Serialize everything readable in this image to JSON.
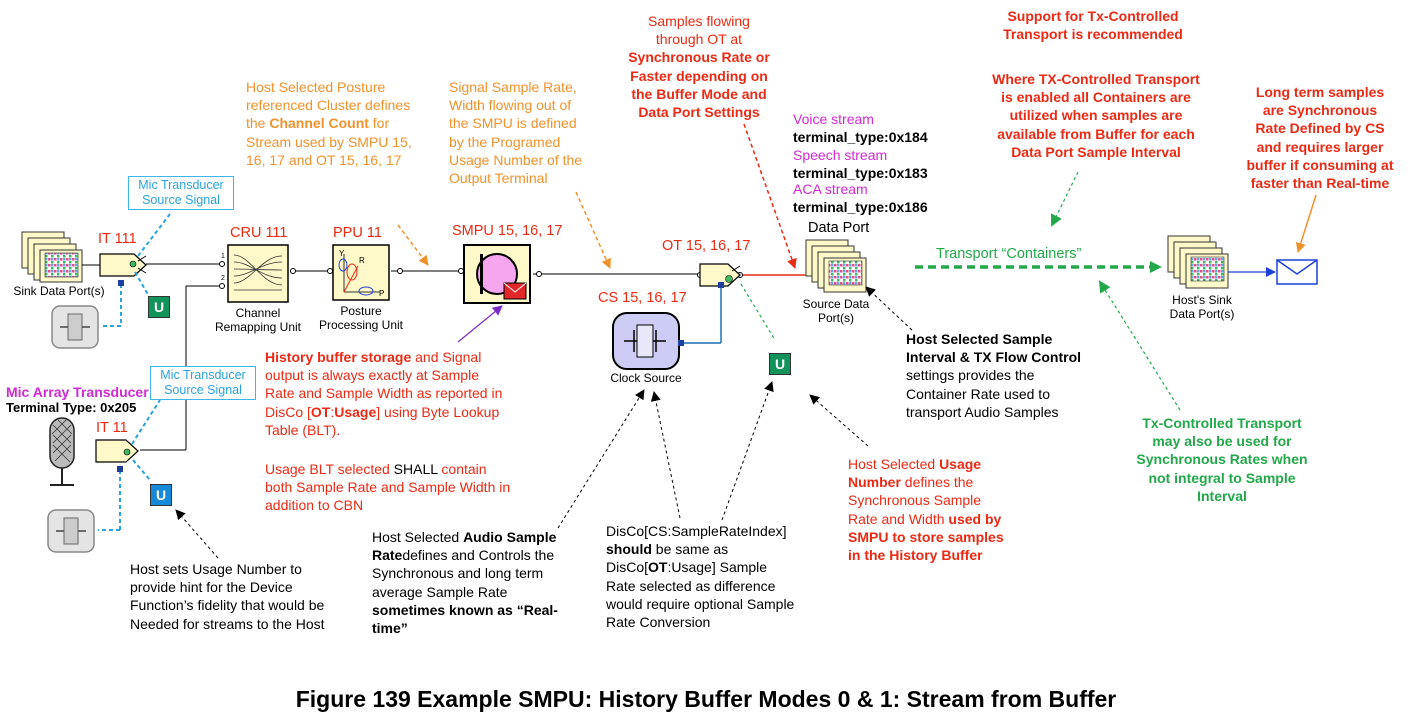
{
  "entities": {
    "it111": "IT 111",
    "cru": "CRU 111",
    "cru_caption": "Channel\nRemapping Unit",
    "ppu": "PPU 11",
    "ppu_caption": "Posture\nProcessing Unit",
    "ppu_axis_y": "Y",
    "ppu_axis_r": "R",
    "ppu_axis_p": "P",
    "smpu": "SMPU 15, 16, 17",
    "ot": "OT 15, 16, 17",
    "cs": "CS 15, 16, 17",
    "cs_caption": "Clock Source",
    "it11": "IT 11",
    "data_port": "Data Port",
    "source_data_port": "Source Data\nPort(s)",
    "sink_data_port": "Sink Data Port(s)",
    "host_sink_port": "Host's Sink\nData Port(s)",
    "mic_src_1": "Mic Transducer\nSource Signal",
    "mic_src_2": "Mic Transducer\nSource Signal",
    "u_label": "U",
    "port_1": "1",
    "port_2": "2",
    "transport": "Transport “Containers”"
  },
  "notes": {
    "posture_a": "Host Selected Posture\nreferenced Cluster defines\nthe ",
    "posture_b": "Channel Count",
    "posture_c": " for\nStream used by SMPU 15,\n16, 17 and OT 15, 16, 17",
    "signal_rate": "Signal Sample Rate,\nWidth flowing out of\nthe SMPU is defined\nby the Programed\nUsage Number of the\nOutput Terminal",
    "samples_flowing": "Samples flowing\nthrough OT at",
    "samples_flowing_b": "Synchronous Rate or\nFaster depending on\nthe Buffer Mode and\nData Port Settings",
    "voice_stream": "Voice stream",
    "voice_type": "terminal_type:0x184",
    "speech_stream": "Speech stream",
    "speech_type": "terminal_type:0x183",
    "aca_stream": "ACA stream",
    "aca_type": "terminal_type:0x186",
    "support_tx": "Support for Tx-Controlled\nTransport is recommended",
    "where_tx": "Where TX-Controlled Transport\nis enabled all Containers are\nutilized when samples are\navailable from Buffer for each\nData Port Sample Interval",
    "long_term": "Long term samples\nare Synchronous\nRate Defined by CS\nand requires larger\nbuffer if consuming at\nfaster than Real-time",
    "mic_array": "Mic Array Transducer",
    "terminal_type": "Terminal Type: 0x205",
    "history_a": "History buffer storage",
    "history_b": " and Signal\noutput  is always exactly at Sample\nRate and Sample Width as reported in\nDisCo [",
    "history_c": "OT",
    "history_d": ":",
    "history_e": "Usage",
    "history_f": "] using Byte Lookup\nTable (BLT).",
    "usage_blt_a": "Usage BLT selected ",
    "usage_blt_b": "SHALL",
    "usage_blt_c": " contain\nboth Sample Rate and Sample Width in\naddition to CBN",
    "host_interval_a": "Host Selected Sample\nInterval & TX Flow Control",
    "host_interval_b": "\nsettings provides the\nContainer Rate used to\ntransport Audio Samples",
    "tx_controlled": "Tx-Controlled Transport\nmay also be used for\nSynchronous Rates when\nnot integral to Sample\nInterval",
    "host_usage_a": "Host Selected ",
    "host_usage_b": "Usage\nNumber",
    "host_usage_c": " defines the\nSynchronous Sample\nRate and Width ",
    "host_usage_d": "used by\nSMPU to store samples\nin the History Buffer",
    "host_sets": "Host sets Usage Number to\nprovide hint for the Device\nFunction’s fidelity that would be\nNeeded for streams to the Host",
    "audio_rate_a": "Host Selected ",
    "audio_rate_b": "Audio Sample\nRate",
    "audio_rate_c": "defines and Controls the\nSynchronous and long term\naverage Sample Rate\n",
    "audio_rate_d": "sometimes known as “Real-\ntime”",
    "disco_a": "DisCo[CS:SampleRateIndex]\n",
    "disco_b": "should",
    "disco_c": " be same as\nDisCo[",
    "disco_d": "OT",
    "disco_e": ":Usage] Sample\nRate selected as difference\nwould require optional Sample\nRate Conversion"
  },
  "caption": "Figure 139 Example SMPU: History Buffer Modes 0 & 1: Stream from Buffer",
  "colors": {
    "orange": "#f0922c",
    "red": "#ea2a14",
    "magenta": "#d02ad4",
    "green": "#22a84a",
    "blue": "#2aa3dd",
    "entity_fill": "#fff8c8",
    "cs_fill": "#ccccf5",
    "u_green": "#12935a",
    "u_blue": "#1888d8"
  }
}
